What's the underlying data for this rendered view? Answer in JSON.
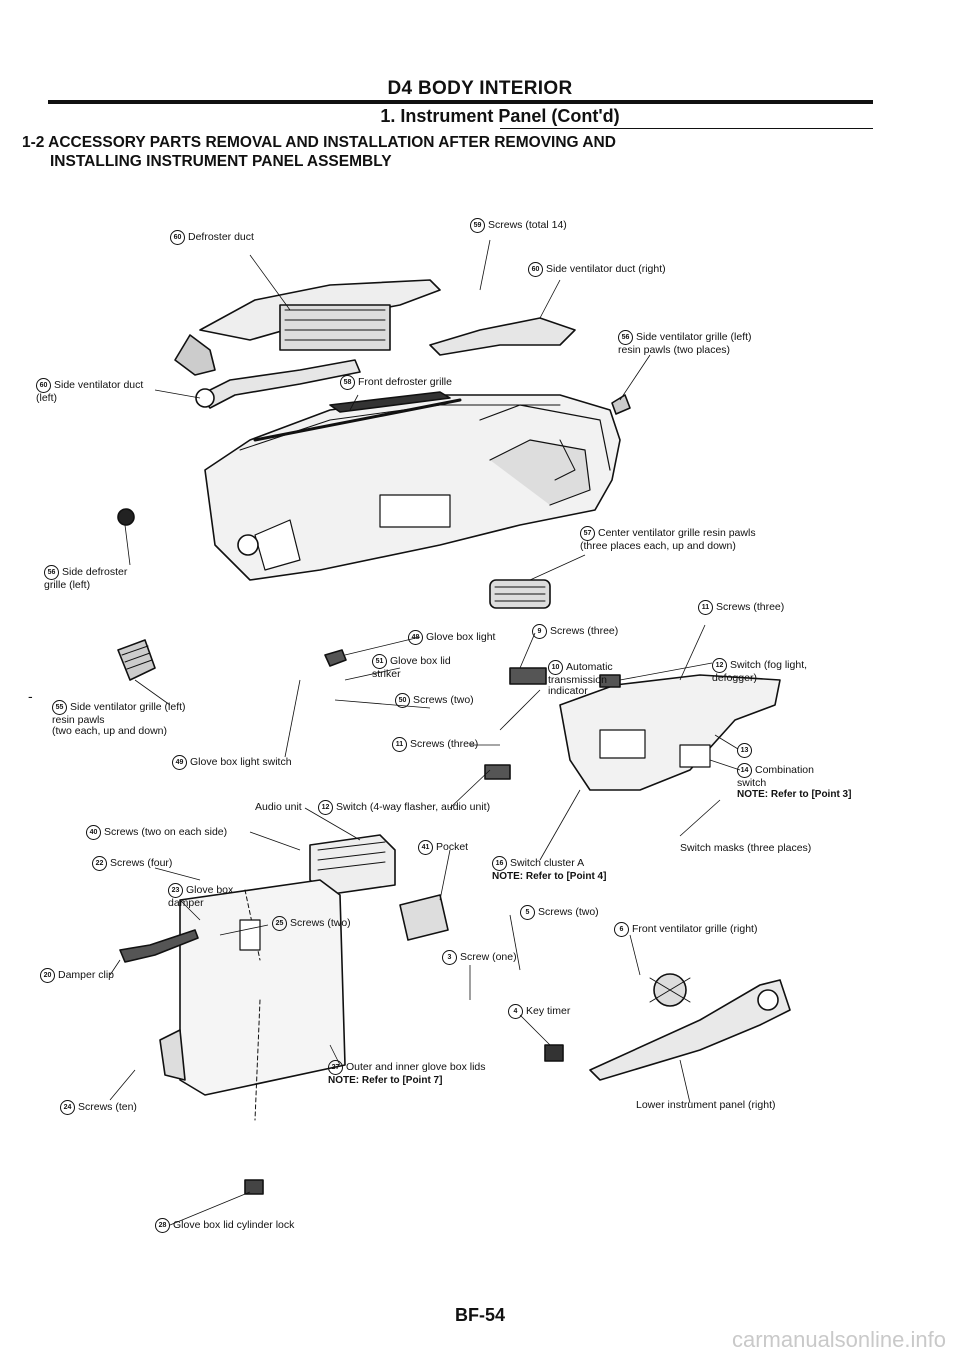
{
  "header": {
    "page_title": "D4 BODY INTERIOR",
    "section_title": "1. Instrument Panel (Cont'd)",
    "subsection_title_line1": "1-2 ACCESSORY PARTS REMOVAL AND INSTALLATION AFTER REMOVING AND",
    "subsection_title_line2": "INSTALLING INSTRUMENT PANEL ASSEMBLY"
  },
  "callouts": [
    {
      "num": "60",
      "label": "Defroster duct"
    },
    {
      "num": "59",
      "label": "Screws (total 14)"
    },
    {
      "num": "60",
      "label": "Side ventilator duct (right)"
    },
    {
      "num": "56",
      "label": "Side ventilator grille (left)\nresin pawls (two places)"
    },
    {
      "num": "60",
      "label": "Side ventilator duct\n(left)"
    },
    {
      "num": "58",
      "label": "Front defroster grille"
    },
    {
      "num": "57",
      "label": "Center ventilator grille resin pawls\n(three places each, up and down)"
    },
    {
      "num": "56",
      "label": "Side defroster\ngrille (left)"
    },
    {
      "num": "11",
      "label": "Screws (three)"
    },
    {
      "num": "48",
      "label": "Glove box light"
    },
    {
      "num": "9",
      "label": "Screws (three)"
    },
    {
      "num": "51",
      "label": "Glove box lid\nstriker"
    },
    {
      "num": "10",
      "label": "Automatic\ntransmission\nindicator"
    },
    {
      "num": "12",
      "label": "Switch (fog light,\ndefogger)"
    },
    {
      "num": "50",
      "label": "Screws (two)"
    },
    {
      "num": "55",
      "label": "Side ventilator grille (left)\nresin pawls\n(two each, up and down)"
    },
    {
      "num": "11",
      "label": "Screws (three)"
    },
    {
      "num": "49",
      "label": "Glove box light switch"
    },
    {
      "num": "13",
      "label": ""
    },
    {
      "num": "14",
      "label": "Combination\nswitch",
      "note": "NOTE: Refer to [Point 3]"
    },
    {
      "num": "",
      "label": "Audio unit"
    },
    {
      "num": "12",
      "label": "Switch (4-way flasher, audio unit)"
    },
    {
      "num": "40",
      "label": "Screws (two on each side)"
    },
    {
      "num": "41",
      "label": "Pocket"
    },
    {
      "num": "16",
      "label": "Switch cluster A",
      "note": "NOTE: Refer to [Point 4]"
    },
    {
      "num": "",
      "label": "Switch masks (three places)"
    },
    {
      "num": "22",
      "label": "Screws (four)"
    },
    {
      "num": "23",
      "label": "Glove box\ndamper"
    },
    {
      "num": "25",
      "label": "Screws (two)"
    },
    {
      "num": "5",
      "label": "Screws (two)"
    },
    {
      "num": "6",
      "label": "Front ventilator grille (right)"
    },
    {
      "num": "20",
      "label": "Damper clip"
    },
    {
      "num": "3",
      "label": "Screw (one)"
    },
    {
      "num": "4",
      "label": "Key timer"
    },
    {
      "num": "27",
      "label": "Outer and inner glove box lids",
      "note": "NOTE: Refer to [Point 7]"
    },
    {
      "num": "24",
      "label": "Screws (ten)"
    },
    {
      "num": "",
      "label": "Lower instrument panel (right)"
    },
    {
      "num": "28",
      "label": "Glove box lid cylinder lock"
    }
  ],
  "footer": {
    "page_number": "BF-54",
    "watermark": "carmanualsonline.info"
  }
}
